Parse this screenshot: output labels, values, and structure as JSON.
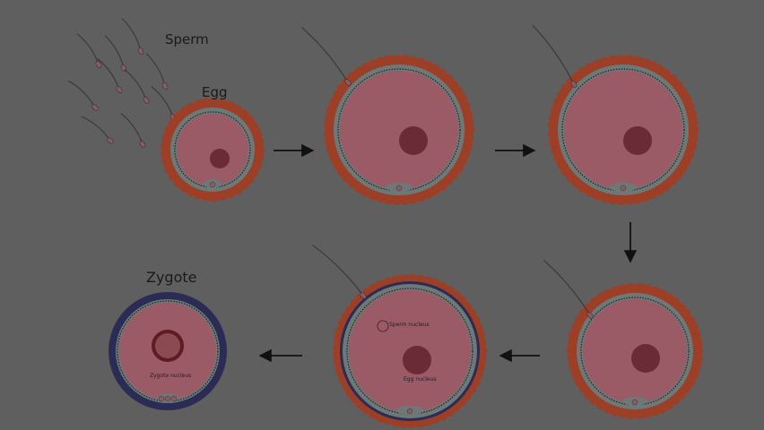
{
  "labels": {
    "sperm": "Sperm",
    "egg": "Egg",
    "zygote": "Zygote",
    "sperm_nucleus": "Sperm nucleus",
    "egg_nucleus": "Egg nucleus",
    "zygote_nucleus": "Zygote nucleus"
  },
  "colors": {
    "background": "#5f5f5f",
    "corona": "#9c3f26",
    "cytoplasm": "#9a5a66",
    "zona": "#6e7877",
    "nucleus": "#6a2a36",
    "membrane": "#2b2c55",
    "arrow": "#111111"
  }
}
